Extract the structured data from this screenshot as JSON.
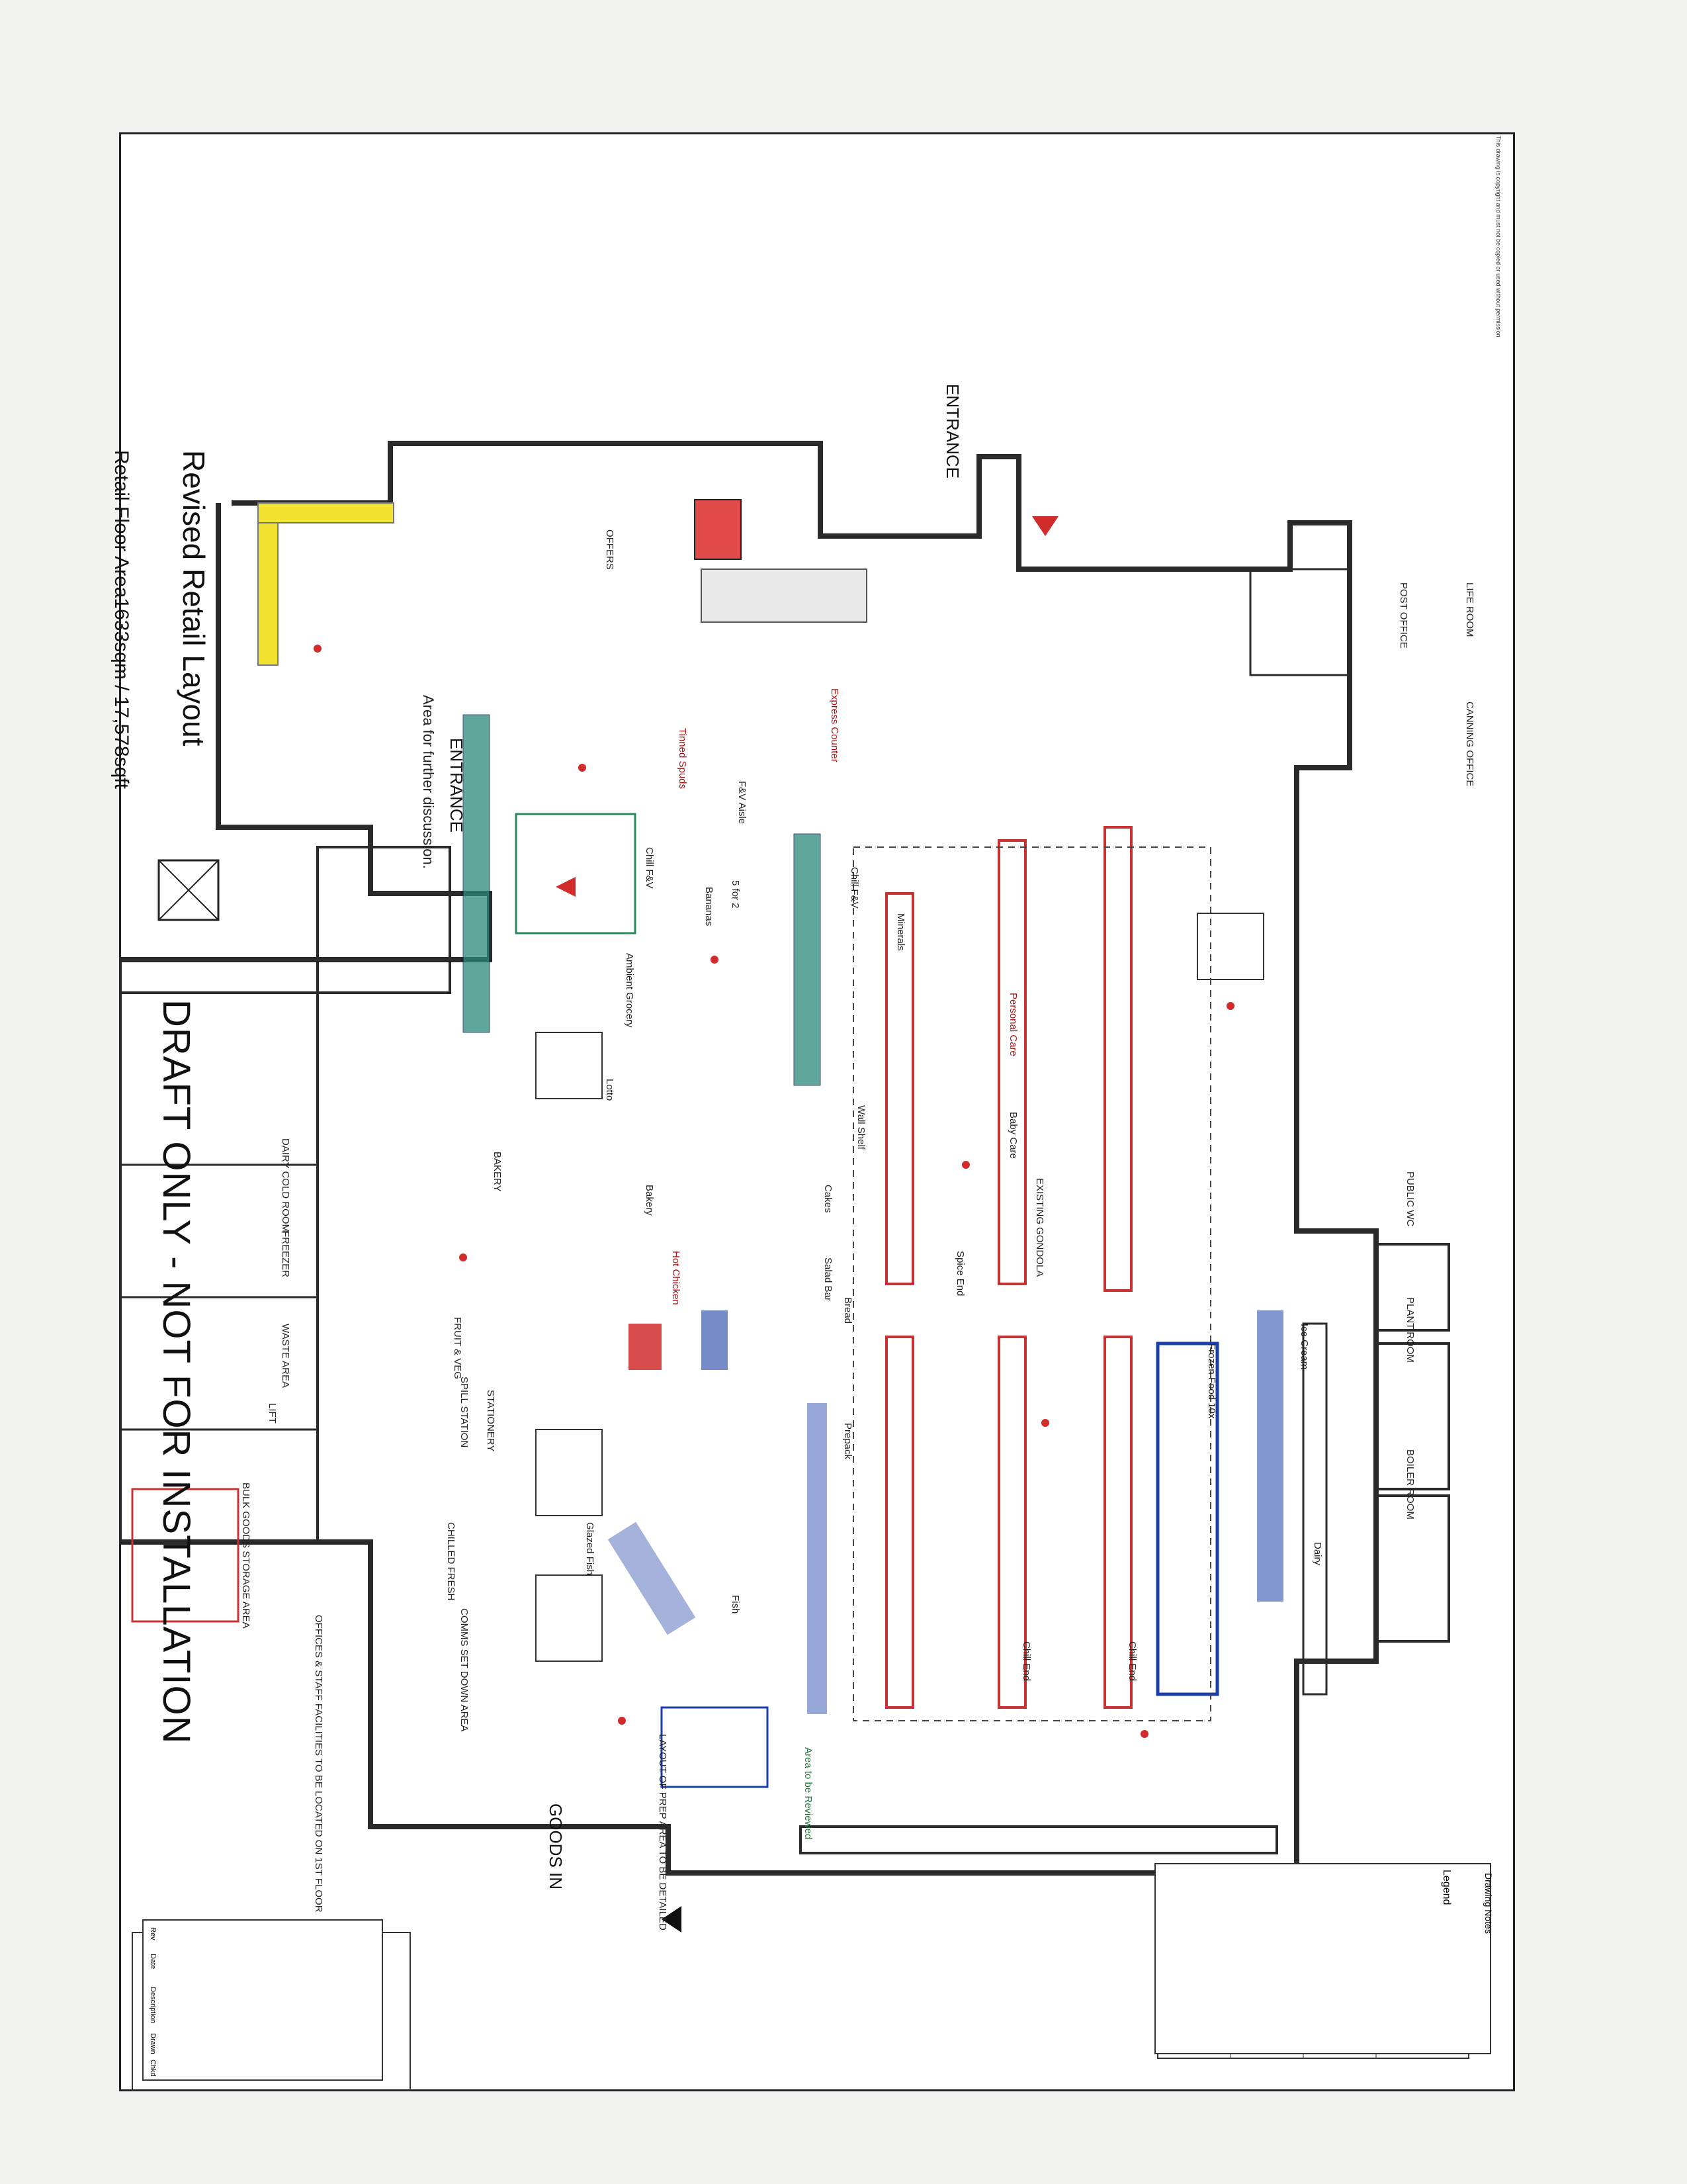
{
  "title": "Revised Retail Layout",
  "floor_area": "Retail Floor Area1633sqm / 17,578sqft",
  "draft_banner": "DRAFT ONLY - NOT FOR INSTALLATION",
  "entrance_top": "ENTRANCE",
  "entrance_left": "ENTRANCE",
  "goods_in": "GOODS IN",
  "legend_title": "Legend",
  "notes_title": "Drawing Notes",
  "copyright_note": "This drawing is copyright and must not be copied or used without permission",
  "revision_headers": [
    "Rev",
    "Date",
    "Description",
    "Drawn",
    "Chkd"
  ],
  "colors": {
    "wall": "#2a2a2a",
    "chiller": "#2a8a7a",
    "freezer": "#1b3fa8",
    "gondola": "#c83232",
    "offers": "#f2e230",
    "entrance_block": "#e24a4a",
    "marker": "#d12b2b"
  },
  "room_labels": [
    "POST OFFICE",
    "LIFE ROOM",
    "CANNING OFFICE",
    "PUBLIC WC",
    "PLANT ROOM",
    "BOILER ROOM",
    "DAIRY COLD ROOM",
    "FREEZER",
    "WASTE AREA",
    "LIFT",
    "BULK GOODS STORAGE AREA",
    "CHILLED FRESH",
    "FRUIT & VEG",
    "STATIONERY",
    "SPILL STATION",
    "BAKERY",
    "OFFICES & STAFF FACILITIES TO BE LOCATED ON 1ST FLOOR",
    "COMMS SET DOWN AREA"
  ],
  "fixture_labels": [
    "OFFERS",
    "Express Counter",
    "Tinned Spuds",
    "Chill F&V",
    "Ambient Grocery",
    "Chill F&V",
    "Minerals",
    "Spice End",
    "Ice Cream",
    "Frozen Food 10x",
    "Dairy",
    "Chill End",
    "Chill End",
    "Prepack",
    "Salad Bar",
    "Bread",
    "Cakes",
    "Hot Chicken",
    "Fish",
    "Glazed Fish",
    "Wall Shelf",
    "Bakery",
    "Lotto",
    "Personal Care",
    "Baby Care",
    "EXISTING GONDOLA",
    "5 for 2",
    "F&V Aisle",
    "Bananas",
    "Area to be Reviewed"
  ],
  "side_notes": [
    "Area for further discussion.",
    "LAYOUT OF PREP AREA TO BE DETAILED"
  ]
}
